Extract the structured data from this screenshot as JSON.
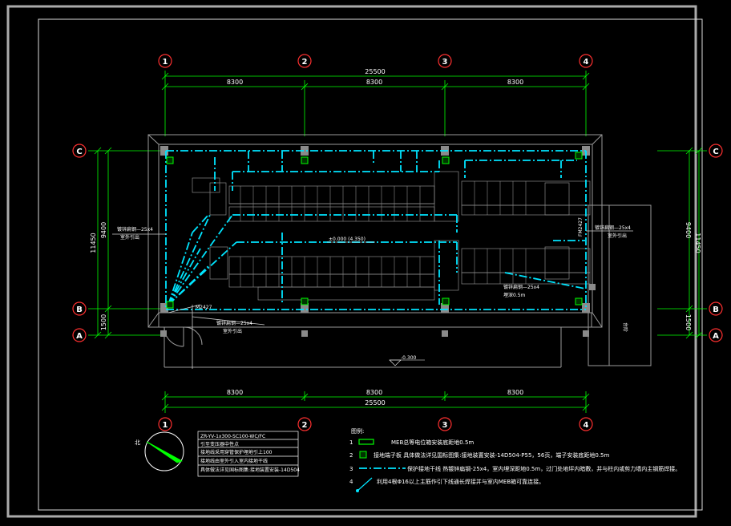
{
  "grid": {
    "columns": [
      "1",
      "2",
      "3",
      "4"
    ],
    "rows": [
      "A",
      "B",
      "C"
    ]
  },
  "dimensions": {
    "top_total": "25500",
    "top_spans": [
      "8300",
      "8300",
      "8300"
    ],
    "bottom_total": "25500",
    "bottom_spans": [
      "8300",
      "8300",
      "8300"
    ],
    "left_overall": "11450",
    "left_span_bc": "9400",
    "left_span_ab": "1500",
    "right_overall": "11450",
    "right_span_bc": "9400",
    "right_span_ab": "1500"
  },
  "annotations": {
    "center_elevation": "±0.000 (4.350)",
    "outside_elevation": "-0.300",
    "left_conductor": "镀锌扁钢—25x4",
    "left_conductor_sub": "室外引出",
    "bottom_conductor": "镀锌扁钢—25x4",
    "bottom_conductor_sub": "室外引出",
    "right_conductor": "镀锌扁钢—25x4",
    "right_conductor_sub": "室外引出",
    "center_right_conductor": "镀锌扁钢—25x4",
    "center_right_depth": "埋深0.5m",
    "panel_right": "FM2427",
    "panel_bottom": "M2427",
    "right_step": "台阶"
  },
  "notes_box": {
    "lines": [
      "ZR-YV-1x300-SC100-WC/FC",
      "引至变压器中性点",
      "接地线采用穿管保护埋地引上100",
      "接地线由室外引入室内接地干线",
      "具体做法详见国标图集:接地装置安装-14D504"
    ]
  },
  "legend": {
    "title": "图例:",
    "items": [
      {
        "num": "1",
        "text": "MEB总等电位箱安装底距地0.5m"
      },
      {
        "num": "2",
        "text": "接地端子板   具体做法详见国标图集:接地装置安装-14D504-P55，56页，端子安装底距地0.5m"
      },
      {
        "num": "3",
        "text": "保护接地干线  热镀锌扁钢-25x4，室内埋深距地0.5m，过门处地坪内暗敷，并与柱内或剪力墙内主钢筋焊接。"
      },
      {
        "num": "4",
        "text": "利用4根Φ16以上主筋作引下线通长焊接并与室内MEB箱可靠连接。"
      }
    ]
  },
  "north_label": "北",
  "colors": {
    "background": "#000000",
    "frame": "#bbbbbb",
    "grid_circle": "#ff0000",
    "dimension": "#00ff00",
    "ground_line": "#00ffff",
    "wall": "#999999"
  }
}
